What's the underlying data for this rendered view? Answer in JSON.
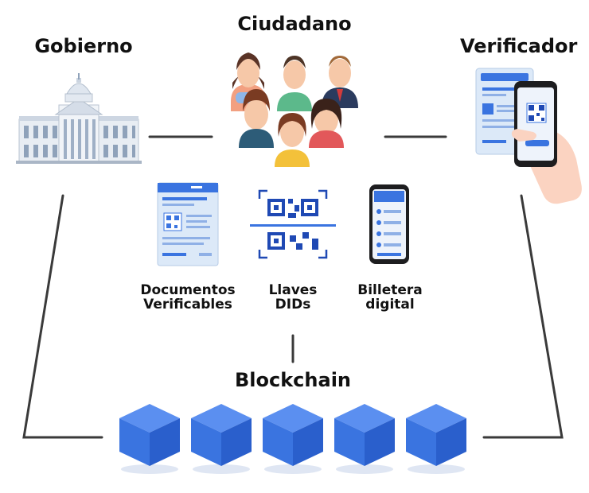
{
  "labels": {
    "government": "Gobierno",
    "citizen": "Ciudadano",
    "verifier": "Verificador",
    "documents_line1": "Documentos",
    "documents_line2": "Verificables",
    "keys_line1": "Llaves",
    "keys_line2": "DIDs",
    "wallet_line1": "Billetera",
    "wallet_line2": "digital",
    "blockchain": "Blockchain"
  },
  "icons": {
    "government": "capitol-building-icon",
    "citizen": "people-group-icon",
    "verifier": "phone-scan-document-icon",
    "documents": "verifiable-document-icon",
    "keys": "qr-code-scan-icon",
    "wallet": "mobile-wallet-icon",
    "blockchain": "blockchain-cubes-icon"
  },
  "colors": {
    "connector": "#3a3a3a",
    "blue": "#3a74e0",
    "blue_dark": "#1f49b4",
    "blue_light": "#5b8ff0",
    "doc_bg": "#dce9f8",
    "text": "#111111"
  }
}
